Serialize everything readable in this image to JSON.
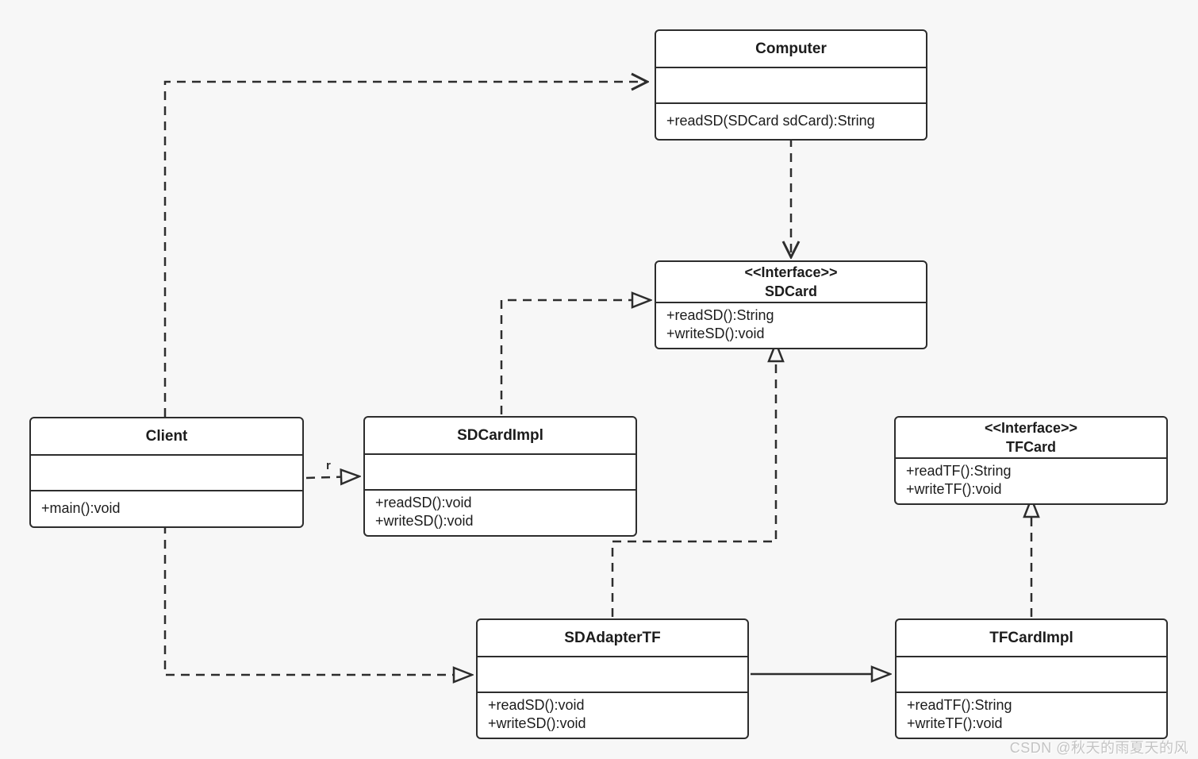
{
  "watermark": "CSDN @秋天的雨夏天的风",
  "colors": {
    "background": "#f7f7f7",
    "box_fill": "#ffffff",
    "line": "#2d2d2d",
    "text": "#1c1c1c",
    "watermark": "#c4c4c4"
  },
  "classes": [
    {
      "id": "computer",
      "stereotype": "",
      "name": "Computer",
      "attributes": [],
      "methods": [
        "+readSD(SDCard sdCard):String"
      ]
    },
    {
      "id": "sdcard",
      "stereotype": "<<Interface>>",
      "name": "SDCard",
      "attributes": [],
      "methods": [
        "+readSD():String",
        "+writeSD():void"
      ]
    },
    {
      "id": "client",
      "stereotype": "",
      "name": "Client",
      "attributes": [],
      "methods": [
        "+main():void"
      ]
    },
    {
      "id": "sdcardimpl",
      "stereotype": "",
      "name": "SDCardImpl",
      "attributes": [],
      "methods": [
        "+readSD():void",
        "+writeSD():void"
      ]
    },
    {
      "id": "tfcard",
      "stereotype": "<<Interface>>",
      "name": "TFCard",
      "attributes": [],
      "methods": [
        "+readTF():String",
        "+writeTF():void"
      ]
    },
    {
      "id": "sdadaptertf",
      "stereotype": "",
      "name": "SDAdapterTF",
      "attributes": [],
      "methods": [
        "+readSD():void",
        "+writeSD():void"
      ]
    },
    {
      "id": "tfcardimpl",
      "stereotype": "",
      "name": "TFCardImpl",
      "attributes": [],
      "methods": [
        "+readTF():String",
        "+writeTF():void"
      ]
    }
  ],
  "labels": {
    "client_sdcardimpl_edge": "r"
  },
  "relationships": [
    {
      "from": "Client",
      "to": "Computer",
      "line": "dashed",
      "arrow": "open-v"
    },
    {
      "from": "Computer",
      "to": "SDCard",
      "line": "dashed",
      "arrow": "open-v"
    },
    {
      "from": "SDCardImpl",
      "to": "SDCard",
      "line": "dashed",
      "arrow": "hollow-triangle"
    },
    {
      "from": "Client",
      "to": "SDCardImpl",
      "line": "dashed",
      "arrow": "hollow-triangle",
      "label": "r"
    },
    {
      "from": "SDAdapterTF",
      "to": "SDCard",
      "line": "dashed",
      "arrow": "hollow-triangle"
    },
    {
      "from": "Client",
      "to": "SDAdapterTF",
      "line": "dashed",
      "arrow": "hollow-triangle"
    },
    {
      "from": "SDAdapterTF",
      "to": "TFCardImpl",
      "line": "solid",
      "arrow": "hollow-triangle"
    },
    {
      "from": "TFCardImpl",
      "to": "TFCard",
      "line": "dashed",
      "arrow": "hollow-triangle"
    }
  ]
}
